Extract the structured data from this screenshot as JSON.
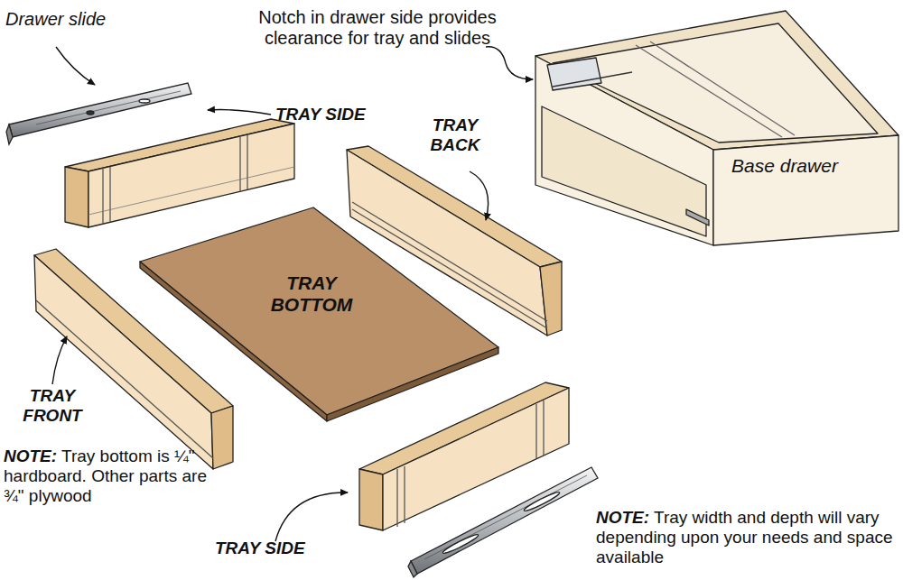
{
  "diagram": {
    "labels": [
      "Drawer slide",
      "Notch in drawer side provides clearance for tray and slides",
      "TRAY SIDE",
      "TRAY BACK",
      "Base drawer",
      "TRAY BOTTOM",
      "TRAY FRONT",
      "NOTE:",
      "Tray bottom is ¼\" hardboard. Other parts are ¾\" plywood",
      "TRAY SIDE",
      "NOTE:",
      "Tray width and depth will vary depending upon your needs and space available"
    ]
  }
}
